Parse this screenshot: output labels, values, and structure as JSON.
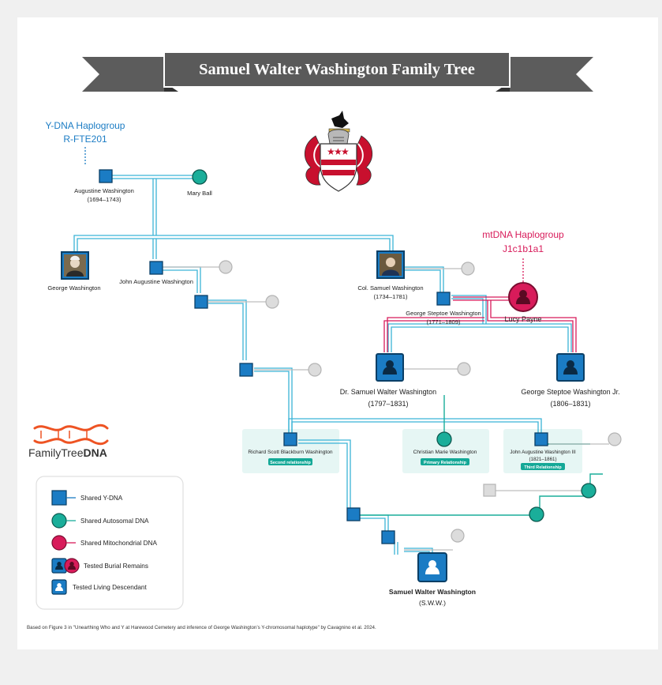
{
  "title": "Samuel Walter Washington Family Tree",
  "colors": {
    "ydna": "#1b7cc4",
    "ydna_dark": "#0a3f66",
    "line_blue": "#3bb3d6",
    "autosomal": "#1aae9a",
    "mito": "#d81b5a",
    "unknown": "#cccccc",
    "banner": "#5c5c5c",
    "banner_dark": "#3f3f3f",
    "rel_bg": "#e6f6f4",
    "rel_tag": "#14a897"
  },
  "haplogroups": {
    "y_label": "Y-DNA Haplogroup",
    "y_value": "R-FTE201",
    "mt_label": "mtDNA Haplogroup",
    "mt_value": "J1c1b1a1"
  },
  "people": {
    "augustine": {
      "name": "Augustine Washington",
      "dates": "(1694–1743)"
    },
    "mary": {
      "name": "Mary Ball"
    },
    "george": {
      "name": "George Washington"
    },
    "john_augustine": {
      "name": "John Augustine Washington"
    },
    "col_samuel": {
      "name": "Col. Samuel Washington",
      "dates": "(1734–1781)"
    },
    "george_steptoe": {
      "name": "George Steptoe Washington",
      "dates": "(1771–1809)"
    },
    "lucy": {
      "name": "Lucy Payne"
    },
    "dr_samuel": {
      "name": "Dr. Samuel Walter Washington",
      "dates": "(1797–1831)"
    },
    "gsw_jr": {
      "name": "George Steptoe Washington Jr.",
      "dates": "(1806–1831)"
    },
    "richard": {
      "name": "Richard Scott Blackburn Washington",
      "tag": "Second relationship"
    },
    "christian": {
      "name": "Christian Marie Washington",
      "tag": "Primary Relationship"
    },
    "john_iii": {
      "name": "John Augustine Washington III",
      "dates": "(1821–1861)",
      "tag": "Third Relationship"
    },
    "sww": {
      "name": "Samuel Walter Washington",
      "abbr": "(S.W.W.)"
    }
  },
  "logo": {
    "brand": "FamilyTree",
    "brand_bold": "DNA"
  },
  "legend": [
    {
      "icon": "ydna",
      "label": "Shared Y-DNA"
    },
    {
      "icon": "autosomal",
      "label": "Shared Autosomal DNA"
    },
    {
      "icon": "mito",
      "label": "Shared Mitochondrial DNA"
    },
    {
      "icon": "burial",
      "label": "Tested Burial Remains"
    },
    {
      "icon": "living",
      "label": "Tested Living Descendant"
    }
  ],
  "caption": "Based on Figure 3 in \"Unearthing Who and Y at Harewood Cemetery and inference of George Washington’s Y-chromosomal haplotype\" by Cavagnino et al. 2024."
}
